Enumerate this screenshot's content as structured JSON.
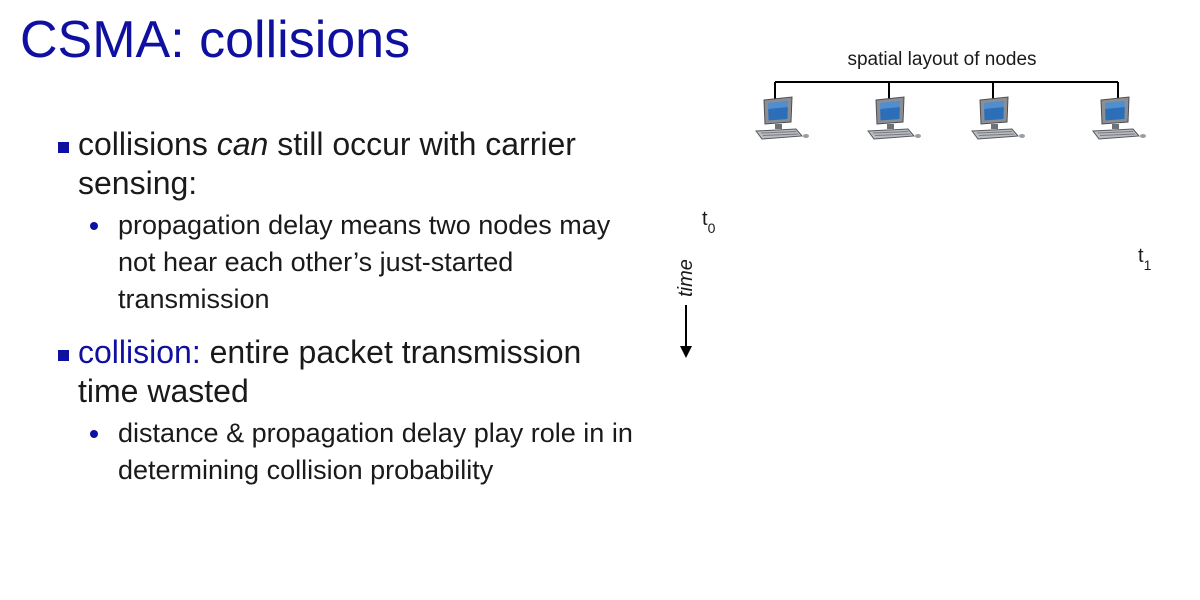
{
  "title": "CSMA: collisions",
  "bullets": {
    "b1": {
      "pre": "collisions ",
      "em": "can",
      "post": " still occur with carrier sensing:",
      "sub": "propagation delay means  two nodes may not hear each other’s just-started transmission"
    },
    "b2": {
      "hl": "collision:",
      "rest": " entire packet transmission time wasted",
      "sub": "distance & propagation delay play role in in determining collision probability"
    }
  },
  "diagram": {
    "label": "spatial layout of nodes",
    "t0_main": "t",
    "t0_sub": "0",
    "t1_main": "t",
    "t1_sub": "1",
    "time_label": "time",
    "node_count": 4
  },
  "colors": {
    "accent": "#1010a0",
    "text": "#1a1a1a"
  }
}
